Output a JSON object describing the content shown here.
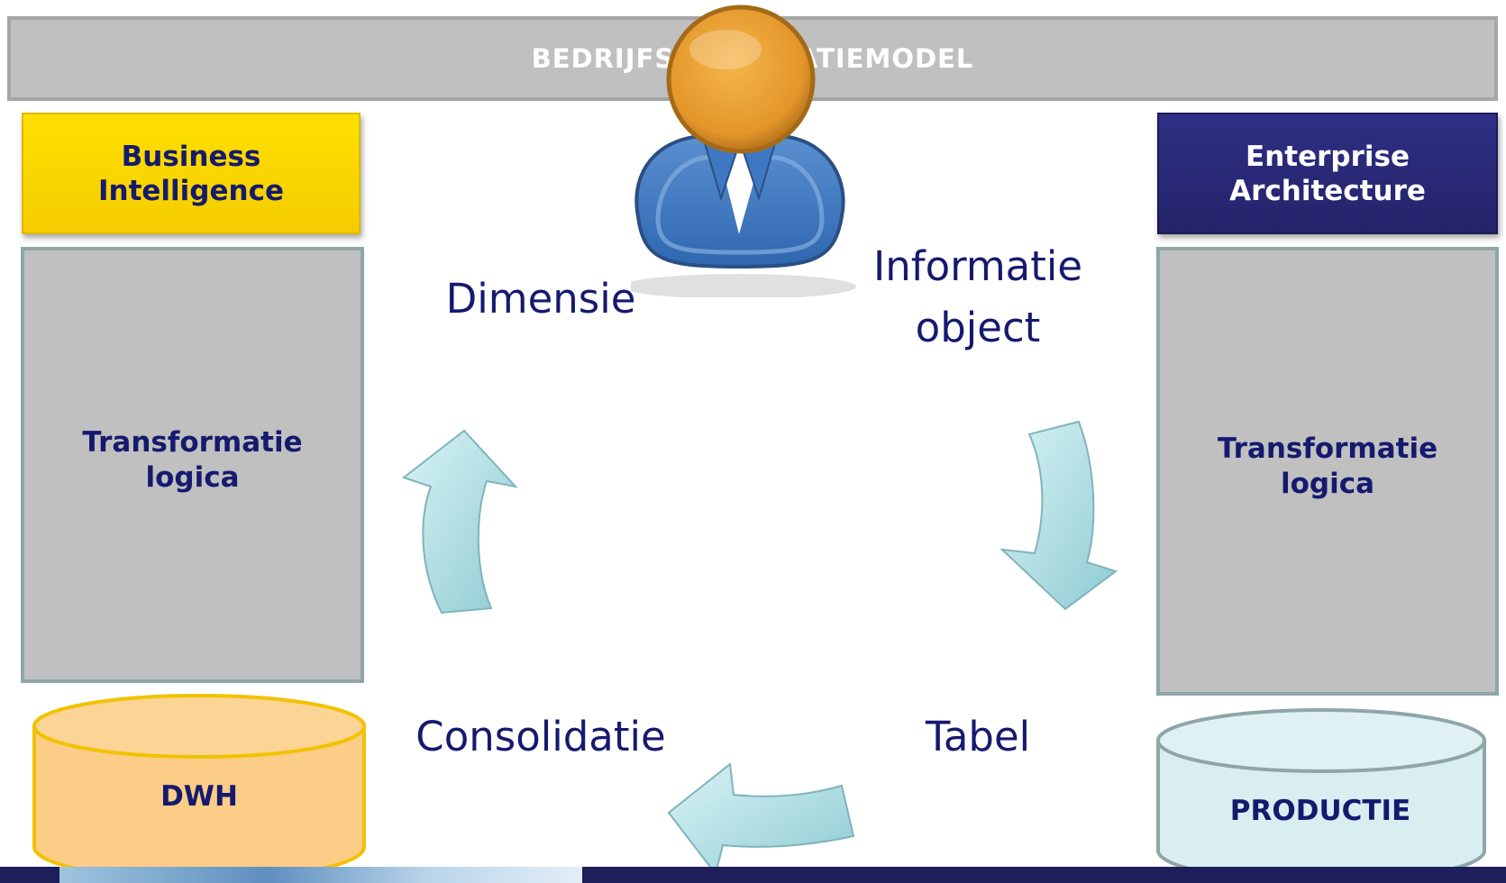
{
  "banner": {
    "title": "BEDRIJFSINFORMATIEMODEL"
  },
  "left": {
    "header": "Business\nIntelligence",
    "transform": "Transformatie\nlogica",
    "store": "DWH"
  },
  "right": {
    "header": "Enterprise\nArchitecture",
    "transform": "Transformatie\nlogica",
    "store": "PRODUCTIE"
  },
  "cycle": {
    "top_left": "Dimensie",
    "top_right": "Informatie\nobject",
    "bottom_left": "Consolidatie",
    "bottom_right": "Tabel"
  },
  "colors": {
    "bi_header": "#ffe000",
    "ea_header": "#2a2a7a",
    "text_navy": "#151a6e",
    "panel_gray": "#c0c0c0",
    "dwh_fill": "#fccd86",
    "productie_fill": "#d9eef1",
    "arrow_fill": "#b5e3e8"
  },
  "icons": {
    "person": "user-icon",
    "cycle_arrows": "curved-arrow-icon"
  }
}
